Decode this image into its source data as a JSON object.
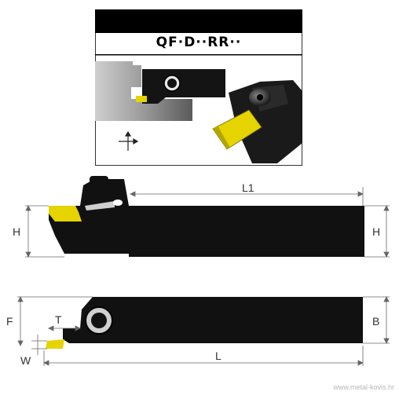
{
  "title": "QF·D··RR··",
  "dimensions": {
    "l1": "L1",
    "h_left": "H",
    "h_right": "H",
    "f": "F",
    "t": "T",
    "w": "W",
    "l": "L",
    "b": "B"
  },
  "watermark": "www.metal-kovis.hr",
  "colors": {
    "holder": "#111111",
    "insert": "#e5d400",
    "dimension_line": "#666666"
  }
}
